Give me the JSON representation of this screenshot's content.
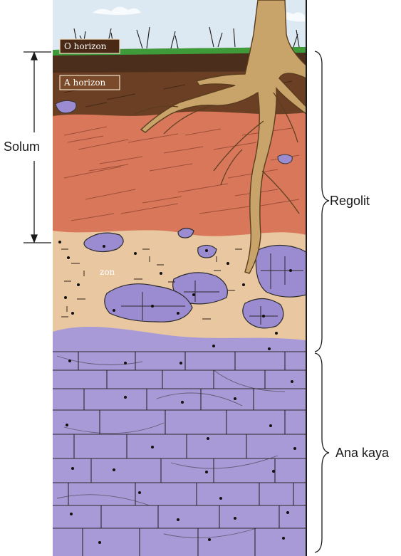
{
  "labels": {
    "o_horizon": "O horizon",
    "a_horizon": "A horizon",
    "c_horizon_partial": "zon",
    "solum": "Solum",
    "regolit": "Regolit",
    "ana_kaya": "Ana kaya"
  },
  "colors": {
    "sky": "#dce8f2",
    "grass": "#3f9a3a",
    "o_layer": "#5a3a22",
    "a_layer": "#7a4a2a",
    "b_layer": "#d9775a",
    "c_layer": "#e9c7a1",
    "bedrock": "#a89ad6",
    "root": "#c9a46a",
    "ink": "#1a1a1a"
  }
}
